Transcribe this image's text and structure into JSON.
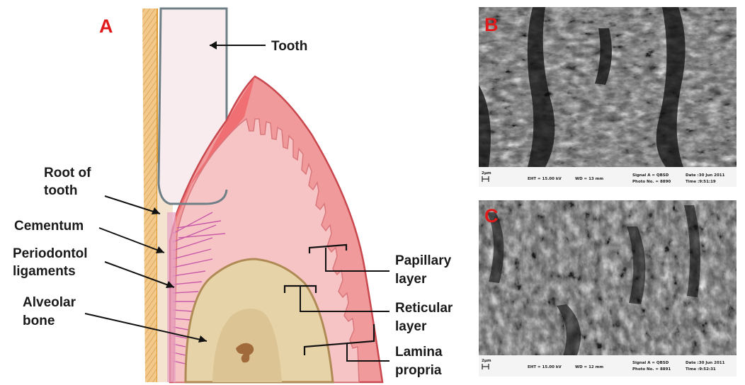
{
  "panel_a": {
    "letter": "A",
    "labels": {
      "tooth": "Tooth",
      "root_line1": "Root of",
      "root_line2": "tooth",
      "cementum": "Cementum",
      "ligaments_line1": "Periodontol",
      "ligaments_line2": "ligaments",
      "bone_line1": "Alveolar",
      "bone_line2": "bone",
      "papillary_line1": "Papillary",
      "papillary_line2": "layer",
      "reticular_line1": "Reticular",
      "reticular_line2": "layer",
      "lamina_line1": "Lamina",
      "lamina_line2": "propria"
    }
  },
  "panel_b": {
    "letter": "B",
    "scale": "2µm",
    "eht": "EHT = 15.00 kV",
    "wd": "WD = 13 mm",
    "signal": "Signal A = QBSD",
    "photo": "Photo No. = 8890",
    "date": "Date :30 Jun 2011",
    "time": "Time :9:51:19"
  },
  "panel_c": {
    "letter": "C",
    "scale": "2µm",
    "eht": "EHT = 15.00 kV",
    "wd": "WD = 12 mm",
    "signal": "Signal A = QBSD",
    "photo": "Photo No. = 8891",
    "date": "Date :30 Jun 2011",
    "time": "Time :9:52:31"
  },
  "colors": {
    "panel_letter": "#e01b1b",
    "tooth_fill": "#f8ecee",
    "tooth_outline": "#6f7f86",
    "gingiva_outer": "#f19a9c",
    "gingiva_inner": "#f7c4c6",
    "gingiva_edge": "#c8484e",
    "bone_fill": "#e6d3a8",
    "bone_outline": "#b08a55",
    "root_fill": "#f3e3cf",
    "ligament": "#c85aa8",
    "enamel": "#f0b347"
  }
}
